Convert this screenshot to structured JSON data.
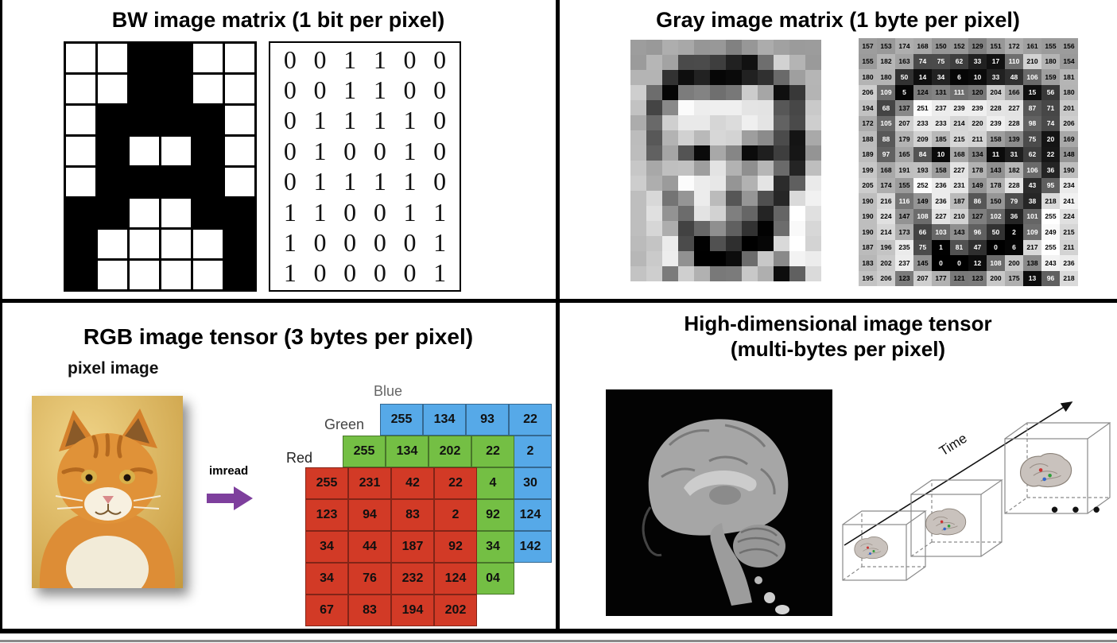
{
  "panels": {
    "bw": {
      "title": "BW image matrix (1 bit per pixel)",
      "matrix": [
        [
          0,
          0,
          1,
          1,
          0,
          0
        ],
        [
          0,
          0,
          1,
          1,
          0,
          0
        ],
        [
          0,
          1,
          1,
          1,
          1,
          0
        ],
        [
          0,
          1,
          0,
          0,
          1,
          0
        ],
        [
          0,
          1,
          1,
          1,
          1,
          0
        ],
        [
          1,
          1,
          0,
          0,
          1,
          1
        ],
        [
          1,
          0,
          0,
          0,
          0,
          1
        ],
        [
          1,
          0,
          0,
          0,
          0,
          1
        ]
      ]
    },
    "gray": {
      "title": "Gray image matrix (1 byte per pixel)",
      "matrix": [
        [
          157,
          153,
          174,
          168,
          150,
          152,
          129,
          151,
          172,
          161,
          155,
          156
        ],
        [
          155,
          182,
          163,
          74,
          75,
          62,
          33,
          17,
          110,
          210,
          180,
          154
        ],
        [
          180,
          180,
          50,
          14,
          34,
          6,
          10,
          33,
          48,
          106,
          159,
          181
        ],
        [
          206,
          109,
          5,
          124,
          131,
          111,
          120,
          204,
          166,
          15,
          56,
          180
        ],
        [
          194,
          68,
          137,
          251,
          237,
          239,
          239,
          228,
          227,
          87,
          71,
          201
        ],
        [
          172,
          105,
          207,
          233,
          233,
          214,
          220,
          239,
          228,
          98,
          74,
          206
        ],
        [
          188,
          88,
          179,
          209,
          185,
          215,
          211,
          158,
          139,
          75,
          20,
          169
        ],
        [
          189,
          97,
          165,
          84,
          10,
          168,
          134,
          11,
          31,
          62,
          22,
          148
        ],
        [
          199,
          168,
          191,
          193,
          158,
          227,
          178,
          143,
          182,
          106,
          36,
          190
        ],
        [
          205,
          174,
          155,
          252,
          236,
          231,
          149,
          178,
          228,
          43,
          95,
          234
        ],
        [
          190,
          216,
          116,
          149,
          236,
          187,
          86,
          150,
          79,
          38,
          218,
          241
        ],
        [
          190,
          224,
          147,
          108,
          227,
          210,
          127,
          102,
          36,
          101,
          255,
          224
        ],
        [
          190,
          214,
          173,
          66,
          103,
          143,
          96,
          50,
          2,
          109,
          249,
          215
        ],
        [
          187,
          196,
          235,
          75,
          1,
          81,
          47,
          0,
          6,
          217,
          255,
          211
        ],
        [
          183,
          202,
          237,
          145,
          0,
          0,
          12,
          108,
          200,
          138,
          243,
          236
        ],
        [
          195,
          206,
          123,
          207,
          177,
          121,
          123,
          200,
          175,
          13,
          96,
          218
        ]
      ]
    },
    "rgb": {
      "title": "RGB image tensor (3 bytes per pixel)",
      "pixel_image_label": "pixel image",
      "imread_label": "imread",
      "accent_purple": "#7e3f9d",
      "layers": {
        "blue": {
          "label": "Blue",
          "color": "#56a9e8",
          "top_row": [
            255,
            134,
            93,
            22
          ],
          "right_col": [
            2,
            30,
            124,
            142
          ]
        },
        "green": {
          "label": "Green",
          "color": "#74bf44",
          "top_row": [
            255,
            134,
            202,
            22
          ],
          "right_col": [
            "4",
            "92",
            "34",
            "04"
          ]
        },
        "red": {
          "label": "Red",
          "color": "#d23a26",
          "rows": [
            [
              255,
              231,
              42,
              22
            ],
            [
              123,
              94,
              83,
              2
            ],
            [
              34,
              44,
              187,
              92
            ],
            [
              34,
              76,
              232,
              124
            ],
            [
              67,
              83,
              194,
              202
            ]
          ]
        }
      }
    },
    "hd": {
      "title_line1": "High-dimensional image tensor",
      "title_line2": "(multi-bytes per pixel)",
      "time_label": "Time",
      "dots": "• • •"
    }
  }
}
